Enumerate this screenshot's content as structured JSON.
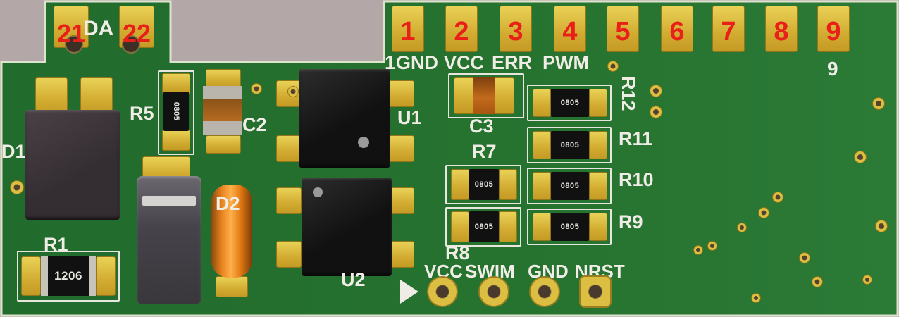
{
  "colors": {
    "background": "#b3a8a7",
    "board_green": "#25702f",
    "board_edge": "#dde3cc",
    "pad_gold": "#d9ba3b",
    "silkscreen_white": "#f0ede7",
    "designator_red": "#e92019",
    "chip_black": "#141414",
    "capacitor_orange": "#b76c22",
    "diode_orange": "#e8831f"
  },
  "connector": {
    "pin1_marker": "1",
    "pin9_marker": "9",
    "pins": [
      {
        "number": "1",
        "signal": "GND"
      },
      {
        "number": "2",
        "signal": "VCC"
      },
      {
        "number": "3",
        "signal": "ERR"
      },
      {
        "number": "4",
        "signal": "PWM"
      },
      {
        "number": "5",
        "signal": ""
      },
      {
        "number": "6",
        "signal": ""
      },
      {
        "number": "7",
        "signal": ""
      },
      {
        "number": "8",
        "signal": ""
      },
      {
        "number": "9",
        "signal": ""
      }
    ]
  },
  "tab": {
    "label": "DA",
    "pads": [
      {
        "number": "21"
      },
      {
        "number": "22"
      }
    ]
  },
  "components": {
    "d1": {
      "ref": "D1"
    },
    "r1": {
      "ref": "R1",
      "package": "1206"
    },
    "r5": {
      "ref": "R5",
      "package": "0805"
    },
    "c2": {
      "ref": "C2"
    },
    "d2": {
      "ref": "D2"
    },
    "u1": {
      "ref": "U1"
    },
    "u2": {
      "ref": "U2"
    },
    "c3": {
      "ref": "C3"
    },
    "r7": {
      "ref": "R7",
      "package": "0805"
    },
    "r8": {
      "ref": "R8",
      "package": "0805"
    },
    "r9": {
      "ref": "R9",
      "package": "0805"
    },
    "r10": {
      "ref": "R10",
      "package": "0805"
    },
    "r11": {
      "ref": "R11",
      "package": "0805"
    },
    "r12": {
      "ref": "R12",
      "package": "0805"
    }
  },
  "header": {
    "pins": [
      {
        "label": "VCC"
      },
      {
        "label": "SWIM"
      },
      {
        "label": "GND"
      },
      {
        "label": "NRST"
      }
    ]
  }
}
